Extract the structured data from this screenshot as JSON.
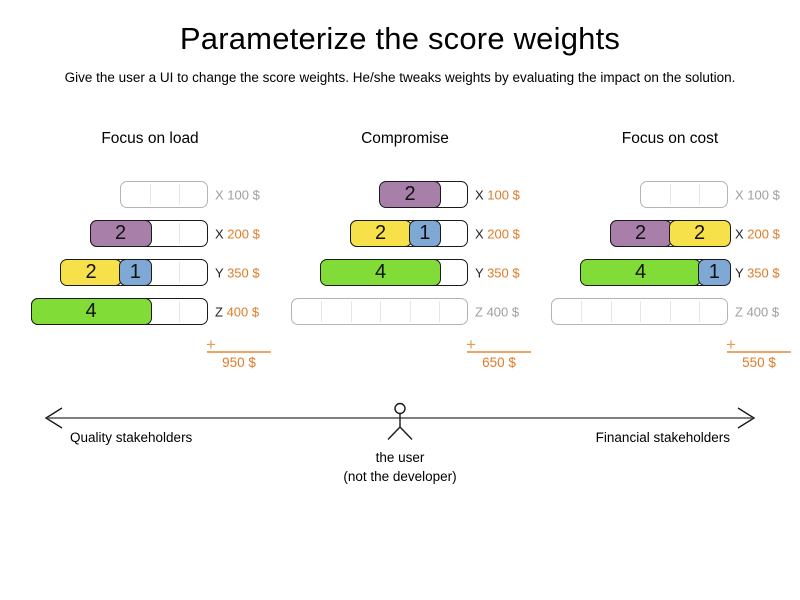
{
  "title": "Parameterize the score weights",
  "subtitle": "Give the user a UI to change the score weights. He/she tweaks weights by evaluating the impact on the solution.",
  "colors": {
    "purple": "#a87fa8",
    "yellow": "#f6e14b",
    "blue": "#7fa8d4",
    "green": "#82dc38",
    "orange_text": "#e07b28",
    "orange_line": "#eba566",
    "muted_gray": "#9e9e9e",
    "axis_gray": "#808080"
  },
  "panels": [
    {
      "id": "focus-on-load",
      "header": "Focus on load",
      "rows": [
        {
          "capacity": 3,
          "blocks": [],
          "var": "X",
          "price": "100 $",
          "empty": true
        },
        {
          "capacity": 4,
          "blocks": [
            {
              "color": "purple",
              "units": 2,
              "value": "2"
            }
          ],
          "var": "X",
          "price": "200 $",
          "empty": false
        },
        {
          "capacity": 5,
          "blocks": [
            {
              "color": "yellow",
              "units": 2,
              "value": "2"
            },
            {
              "color": "blue",
              "units": 1,
              "value": "1"
            }
          ],
          "var": "Y",
          "price": "350 $",
          "empty": false
        },
        {
          "capacity": 6,
          "blocks": [
            {
              "color": "green",
              "units": 4,
              "value": "4"
            }
          ],
          "var": "Z",
          "price": "400 $",
          "empty": false
        }
      ],
      "plus": "+",
      "total": "950 $"
    },
    {
      "id": "compromise",
      "header": "Compromise",
      "rows": [
        {
          "capacity": 3,
          "blocks": [
            {
              "color": "purple",
              "units": 2,
              "value": "2"
            }
          ],
          "var": "X",
          "price": "100 $",
          "empty": false
        },
        {
          "capacity": 4,
          "blocks": [
            {
              "color": "yellow",
              "units": 2,
              "value": "2"
            },
            {
              "color": "blue",
              "units": 1,
              "value": "1"
            }
          ],
          "var": "X",
          "price": "200 $",
          "empty": false
        },
        {
          "capacity": 5,
          "blocks": [
            {
              "color": "green",
              "units": 4,
              "value": "4"
            }
          ],
          "var": "Y",
          "price": "350 $",
          "empty": false
        },
        {
          "capacity": 6,
          "blocks": [],
          "var": "Z",
          "price": "400 $",
          "empty": true
        }
      ],
      "plus": "+",
      "total": "650 $"
    },
    {
      "id": "focus-on-cost",
      "header": "Focus on cost",
      "rows": [
        {
          "capacity": 3,
          "blocks": [],
          "var": "X",
          "price": "100 $",
          "empty": true
        },
        {
          "capacity": 4,
          "blocks": [
            {
              "color": "purple",
              "units": 2,
              "value": "2"
            },
            {
              "color": "yellow",
              "units": 2,
              "value": "2"
            }
          ],
          "var": "X",
          "price": "200 $",
          "empty": false
        },
        {
          "capacity": 5,
          "blocks": [
            {
              "color": "green",
              "units": 4,
              "value": "4"
            },
            {
              "color": "blue",
              "units": 1,
              "value": "1"
            }
          ],
          "var": "Y",
          "price": "350 $",
          "empty": false
        },
        {
          "capacity": 6,
          "blocks": [],
          "var": "Z",
          "price": "400 $",
          "empty": true
        }
      ],
      "plus": "+",
      "total": "550 $"
    }
  ],
  "axis": {
    "left_label": "Quality stakeholders",
    "right_label": "Financial stakeholders",
    "user_line1": "the user",
    "user_line2": "(not the developer)"
  }
}
